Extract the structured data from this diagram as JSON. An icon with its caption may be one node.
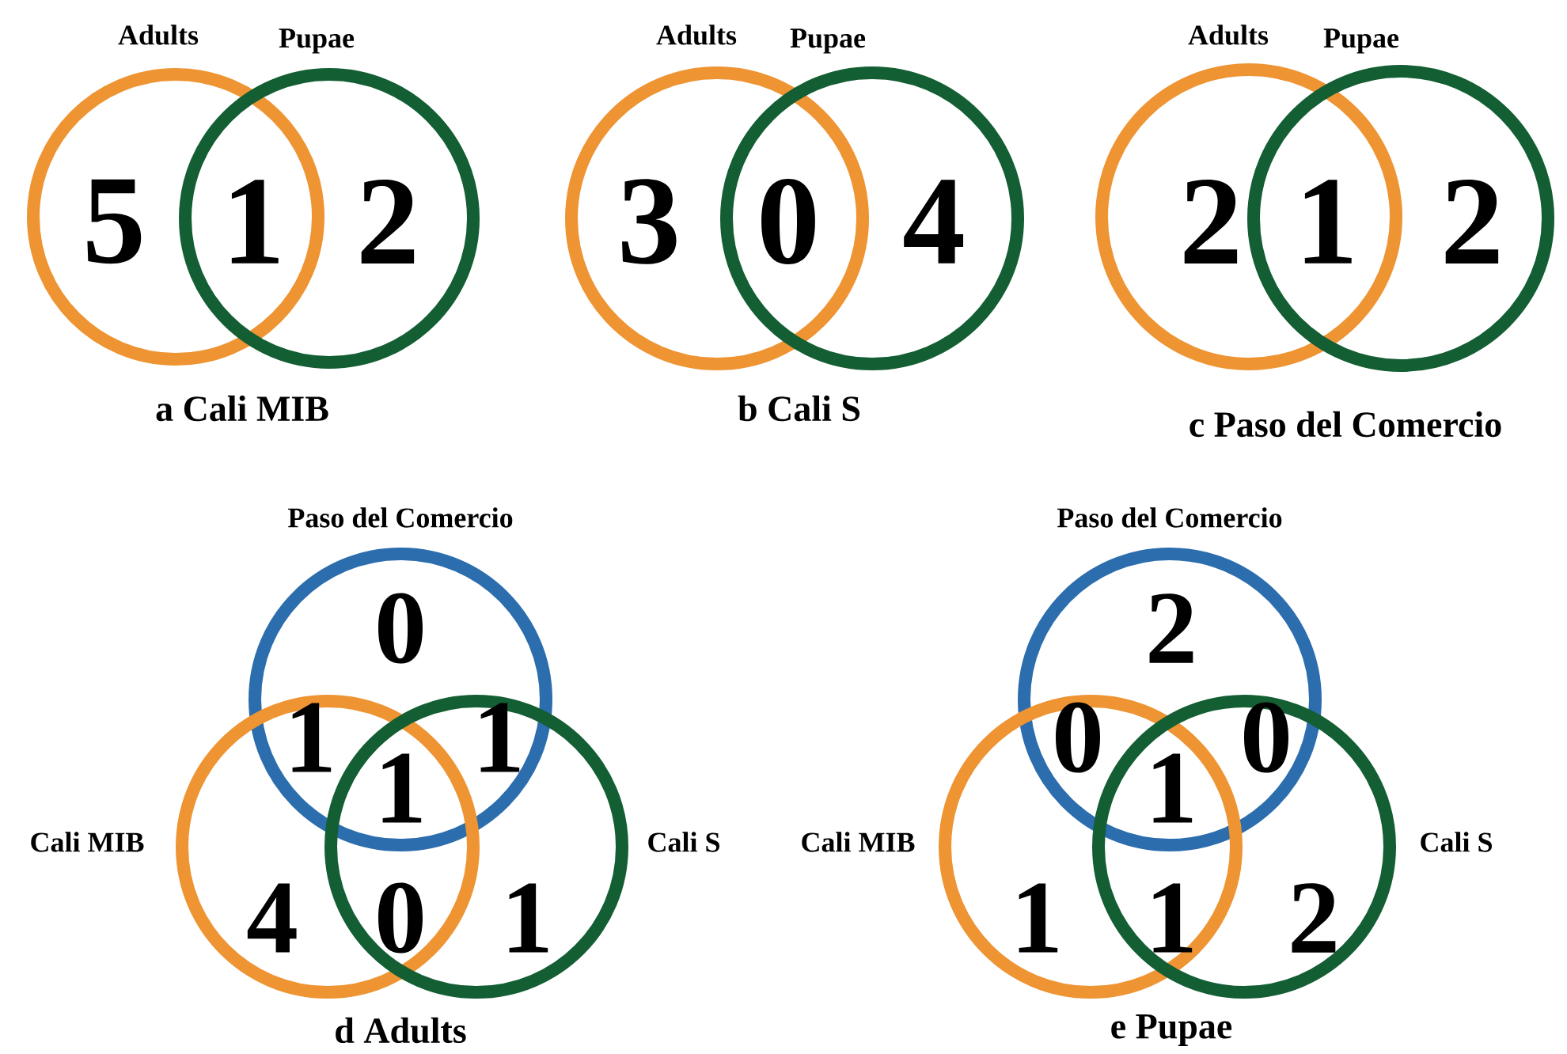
{
  "diagram": {
    "nodes": [
      {
        "text": [
          "Adults"
        ]
      },
      {
        "text": [
          "Pupae"
        ]
      },
      {
        "text": [
          "Adults"
        ]
      },
      {
        "text": [
          "Pupae"
        ]
      },
      {
        "text": [
          "Adults"
        ]
      },
      {
        "text": [
          "Pupae"
        ]
      },
      {
        "text": [
          "Paso del Comercio"
        ]
      },
      {
        "text": [
          "Cali MIB"
        ]
      },
      {
        "text": [
          "Cali S"
        ]
      },
      {
        "text": [
          "Paso del Comercio"
        ]
      },
      {
        "text": [
          "Cali MIB"
        ]
      },
      {
        "text": [
          "Cali S"
        ]
      }
    ],
    "edges": [],
    "labels": [
      "5",
      "1",
      "2",
      "a  Cali MIB",
      "3",
      "0",
      "4",
      "b  Cali S",
      "2",
      "1",
      "2",
      "c  Paso del Comercio",
      "0",
      "1",
      "1",
      "1",
      "4",
      "0",
      "1",
      "d  Adults",
      "2",
      "0",
      "1",
      "0",
      "1",
      "1",
      "2",
      "e  Pupae"
    ]
  }
}
